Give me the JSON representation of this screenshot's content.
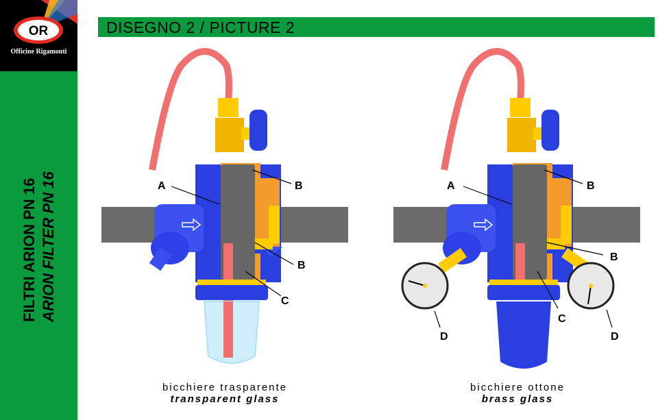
{
  "brand": {
    "logo_text": "OR",
    "logo_subtitle": "Officine Rigamonti"
  },
  "side": {
    "title_it": "FILTRI ARION PN 16",
    "title_en": "ARION FILTER PN 16"
  },
  "header": {
    "title": "DISEGNO 2 / PICTURE 2"
  },
  "left_figure": {
    "labels": {
      "A": "A",
      "B_top": "B",
      "B_mid": "B",
      "C": "C"
    },
    "caption_it": "bicchiere trasparente",
    "caption_en": "transparent glass"
  },
  "right_figure": {
    "labels": {
      "A": "A",
      "B_top": "B",
      "B_mid": "B",
      "C": "C",
      "D_left": "D",
      "D_right": "D"
    },
    "caption_it": "bicchiere ottone",
    "caption_en": "brass glass"
  },
  "colors": {
    "green": "#0c9a3e",
    "blue": "#2a3fe0",
    "yellow": "#ffcc00",
    "orange": "#f39b2b",
    "pipe": "#6b6b6b",
    "hose": "#f07070",
    "filter": "#666666"
  }
}
